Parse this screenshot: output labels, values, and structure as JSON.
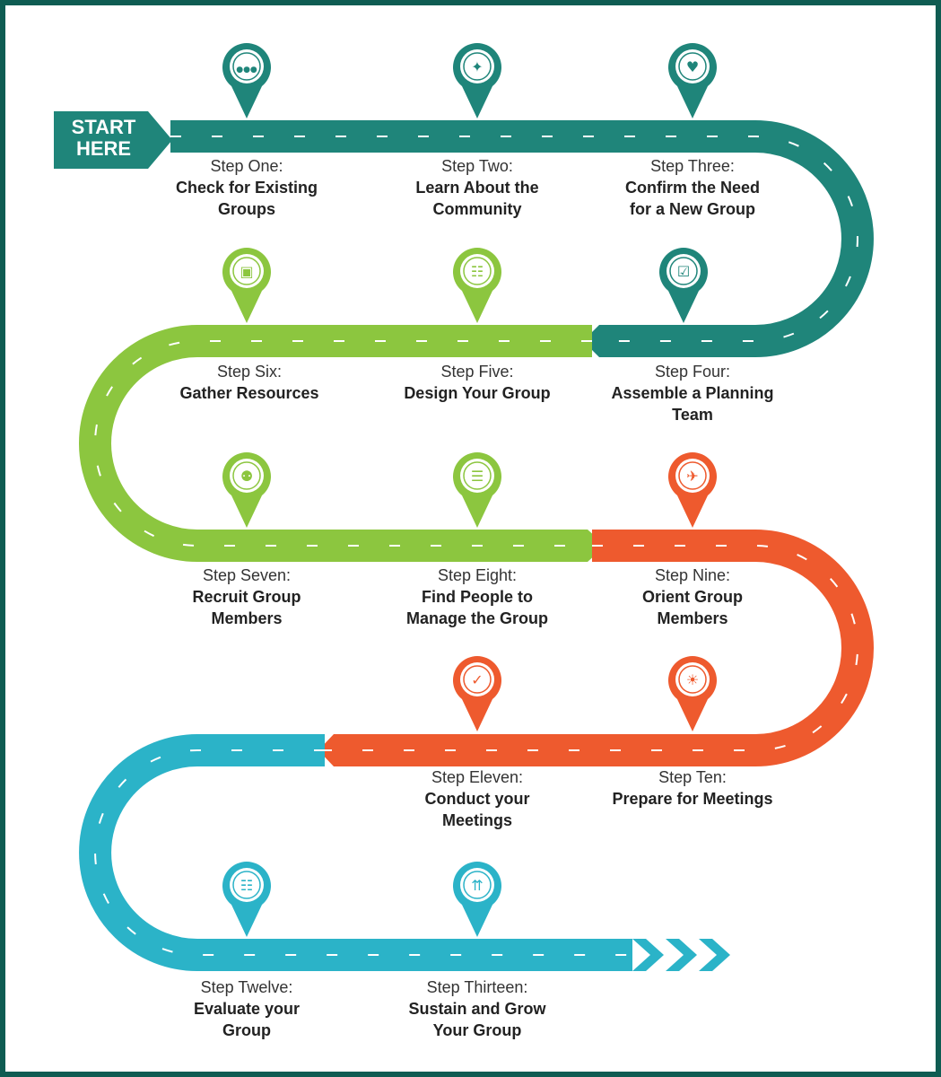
{
  "start_label": [
    "START",
    "HERE"
  ],
  "colors": {
    "frame": "#0f5c52",
    "teal": "#1f857a",
    "green": "#8cc63f",
    "orange": "#ee5a2e",
    "cyan": "#2bb3c8"
  },
  "steps": [
    {
      "label": "Step One:",
      "title": [
        "Check for Existing",
        "Groups"
      ],
      "icon": "people-group-icon",
      "color": "teal"
    },
    {
      "label": "Step Two:",
      "title": [
        "Learn About the",
        "Community"
      ],
      "icon": "handshake-icon",
      "color": "teal"
    },
    {
      "label": "Step Three:",
      "title": [
        "Confirm the Need",
        "for a New Group"
      ],
      "icon": "heart-network-icon",
      "color": "teal"
    },
    {
      "label": "Step Four:",
      "title": [
        "Assemble a Planning",
        "Team"
      ],
      "icon": "clipboard-check-icon",
      "color": "teal"
    },
    {
      "label": "Step Five:",
      "title": [
        "Design Your Group"
      ],
      "icon": "meeting-table-icon",
      "color": "green"
    },
    {
      "label": "Step Six:",
      "title": [
        "Gather Resources"
      ],
      "icon": "hands-box-icon",
      "color": "green"
    },
    {
      "label": "Step Seven:",
      "title": [
        "Recruit Group",
        "Members"
      ],
      "icon": "people-search-icon",
      "color": "green"
    },
    {
      "label": "Step Eight:",
      "title": [
        "Find People to",
        "Manage the Group"
      ],
      "icon": "org-chart-icon",
      "color": "green"
    },
    {
      "label": "Step Nine:",
      "title": [
        "Orient Group",
        "Members"
      ],
      "icon": "walking-person-icon",
      "color": "orange"
    },
    {
      "label": "Step Ten:",
      "title": [
        "Prepare for Meetings"
      ],
      "icon": "idea-meeting-icon",
      "color": "orange"
    },
    {
      "label": "Step Eleven:",
      "title": [
        "Conduct your",
        "Meetings"
      ],
      "icon": "check-circle-icon",
      "color": "orange"
    },
    {
      "label": "Step Twelve:",
      "title": [
        "Evaluate your",
        "Group"
      ],
      "icon": "document-search-icon",
      "color": "cyan"
    },
    {
      "label": "Step Thirteen:",
      "title": [
        "Sustain and Grow",
        "Your Group"
      ],
      "icon": "growth-people-icon",
      "color": "cyan"
    }
  ]
}
